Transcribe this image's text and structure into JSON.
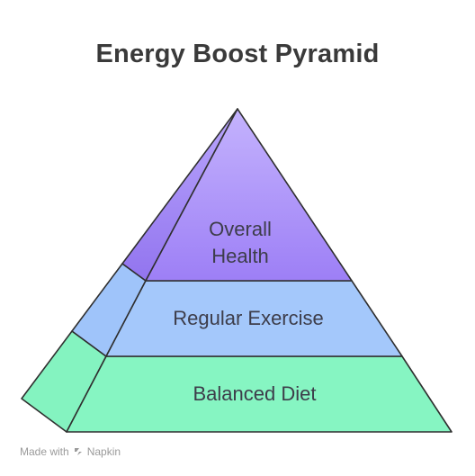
{
  "title": "Energy Boost Pyramid",
  "levels": [
    {
      "id": "top",
      "lines": [
        "Overall",
        "Health"
      ],
      "color_front": "#a78bfa",
      "color_side": "#9b7cf0"
    },
    {
      "id": "middle",
      "lines": [
        "Regular Exercise"
      ],
      "color_front": "#a4c8fb",
      "color_side": "#94bdf8"
    },
    {
      "id": "bottom",
      "lines": [
        "Balanced Diet"
      ],
      "color_front": "#86f5c2",
      "color_side": "#7df0bd"
    }
  ],
  "footer": {
    "prefix": "Made with",
    "brand": "Napkin"
  }
}
